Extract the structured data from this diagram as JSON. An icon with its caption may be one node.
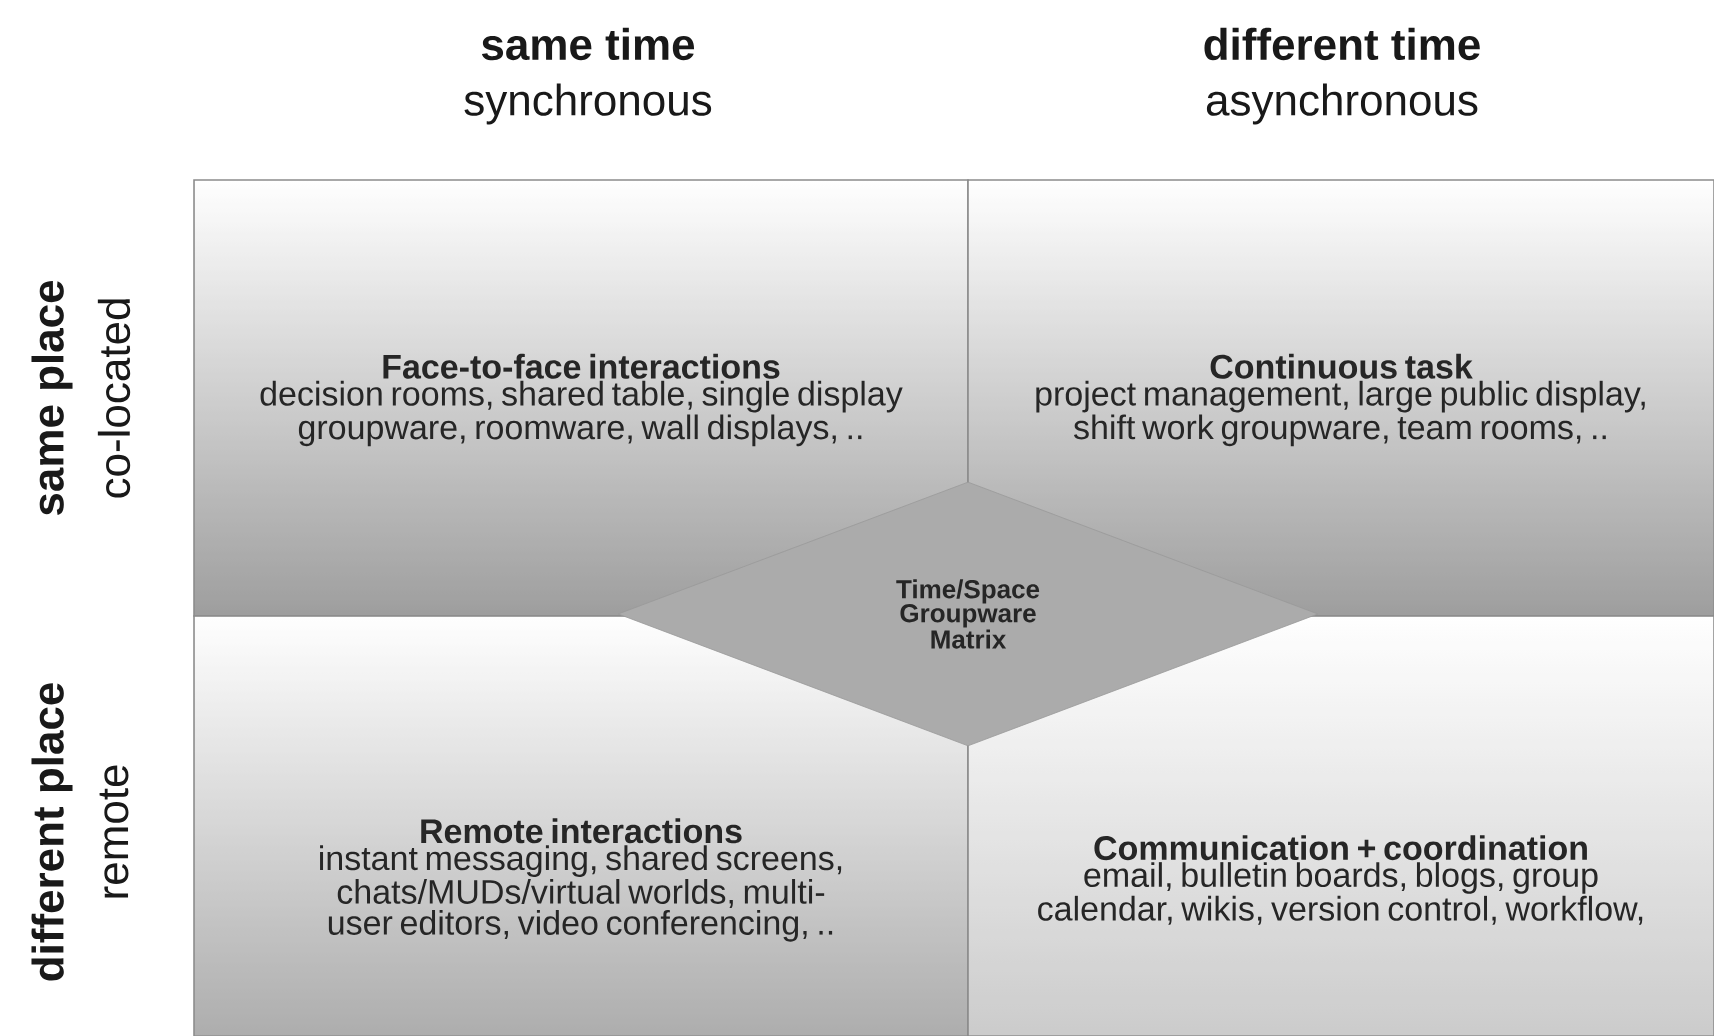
{
  "diagram": {
    "nodes": [
      {
        "text": [
          "Face-to-face interactions",
          "decision rooms, shared table, single display groupware, roomware, wall displays, .."
        ]
      },
      {
        "text": [
          "Continuous task",
          "project management, large public display, shift work groupware, team rooms, .."
        ]
      },
      {
        "text": [
          "Remote interactions",
          "instant messaging, shared screens, chats/MUDs/virtual worlds, multi-user editors, video conferencing, .."
        ]
      },
      {
        "text": [
          "Communication + coordination",
          "email, bulletin boards, blogs, group calendar, wikis, version control, workflow,"
        ]
      },
      {
        "text": [
          "Time/Space Groupware Matrix"
        ]
      }
    ],
    "labels": [
      "same time",
      "synchronous",
      "different time",
      "asynchronous",
      "same place",
      "co-located",
      "different place",
      "remote"
    ]
  }
}
